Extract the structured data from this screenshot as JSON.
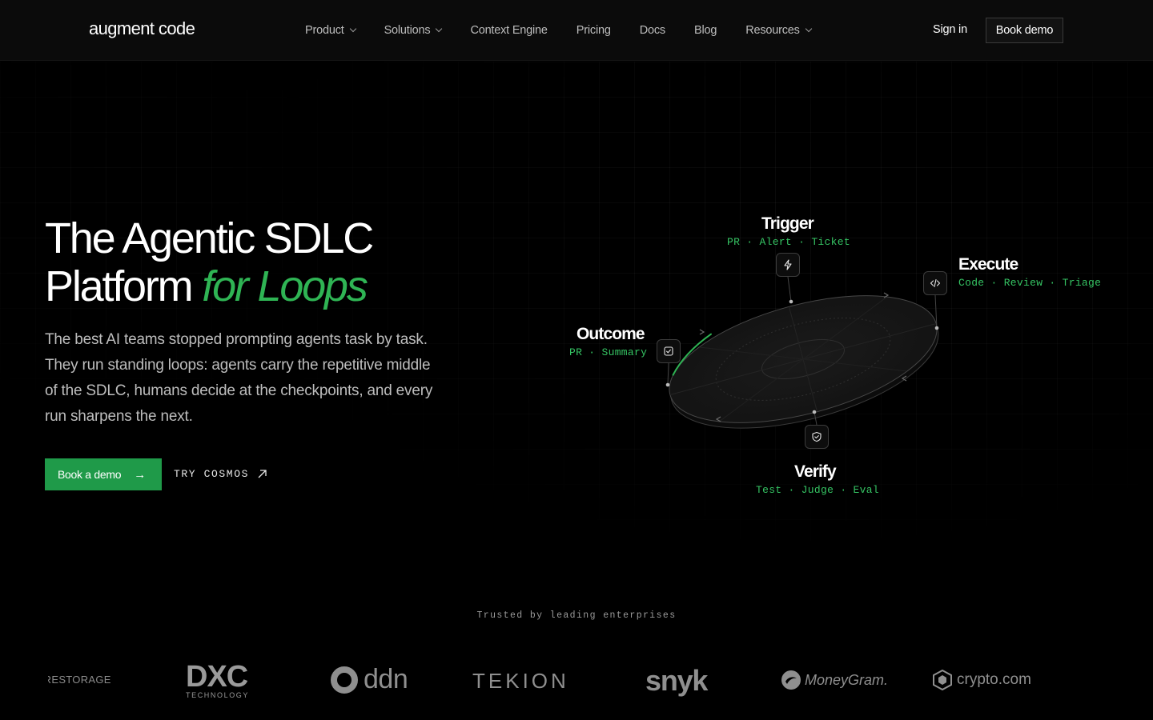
{
  "nav": {
    "logo": "augment code",
    "items": [
      {
        "label": "Product",
        "dropdown": true
      },
      {
        "label": "Solutions",
        "dropdown": true
      },
      {
        "label": "Context Engine",
        "dropdown": false
      },
      {
        "label": "Pricing",
        "dropdown": false
      },
      {
        "label": "Docs",
        "dropdown": false
      },
      {
        "label": "Blog",
        "dropdown": false
      },
      {
        "label": "Resources",
        "dropdown": true
      }
    ],
    "sign_in": "Sign in",
    "book_demo": "Book demo"
  },
  "hero": {
    "title_line1": "The Agentic SDLC",
    "title_line2": "Platform",
    "title_accent": "for Loops",
    "lead": "The best AI teams stopped prompting agents task by task. They run standing loops: agents carry the repetitive middle of the SDLC, humans decide at the checkpoints, and every run sharpens the next.",
    "cta_primary": "Book a demo",
    "cta_secondary": "TRY COSMOS"
  },
  "loop": {
    "trigger": {
      "title": "Trigger",
      "sub": "PR · Alert · Ticket",
      "icon": "lightning-icon"
    },
    "execute": {
      "title": "Execute",
      "sub": "Code · Review · Triage",
      "icon": "code-icon"
    },
    "verify": {
      "title": "Verify",
      "sub": "Test · Judge · Eval",
      "icon": "shield-check-icon"
    },
    "outcome": {
      "title": "Outcome",
      "sub": "PR · Summary",
      "icon": "check-square-icon"
    },
    "accent_color": "#2fb454"
  },
  "trusted": {
    "label": "Trusted by leading enterprises",
    "logos": [
      "PURESTORAGE",
      "DXC",
      "TECHNOLOGY",
      "ddn",
      "TEKION",
      "snyk",
      "MoneyGram.",
      "crypto.com"
    ]
  },
  "colors": {
    "accent": "#2fb454",
    "button": "#1f9a49",
    "background": "#000000"
  }
}
